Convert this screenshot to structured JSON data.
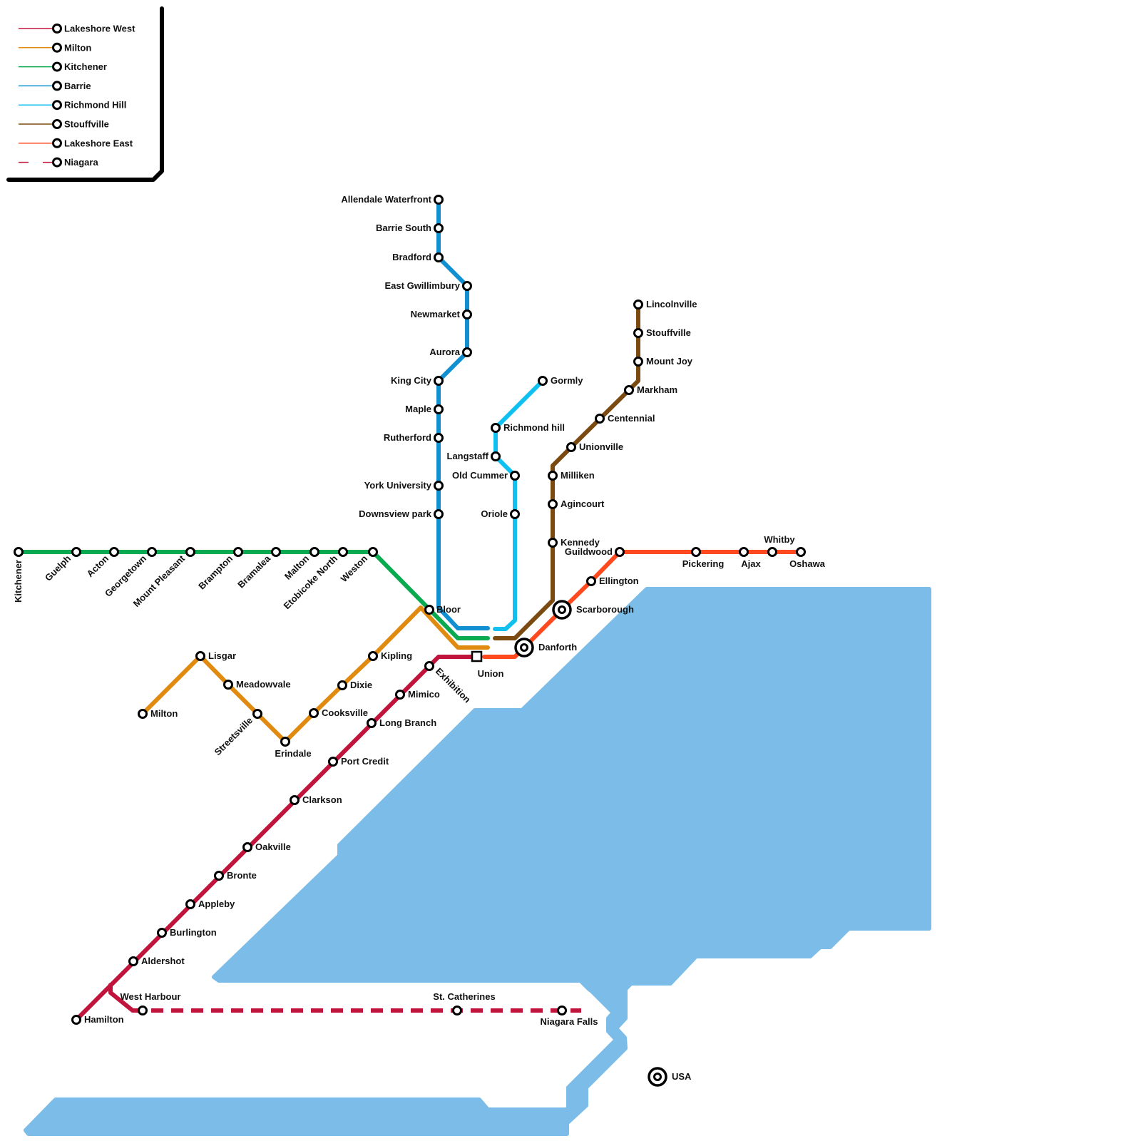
{
  "colors": {
    "lakeshore_west": "#c0143c",
    "milton": "#e08a10",
    "kitchener": "#0aaa50",
    "barrie": "#1090d0",
    "richmond_hill": "#10c0f0",
    "stouffville": "#7a4a10",
    "lakeshore_east": "#ff4a20",
    "niagara": "#c0143c",
    "water": "#7bbce8"
  },
  "legend": [
    {
      "id": "lakeshore_west",
      "name": "Lakeshore West",
      "color": "#c0143c",
      "dashed": false
    },
    {
      "id": "milton",
      "name": "Milton",
      "color": "#e08a10",
      "dashed": false
    },
    {
      "id": "kitchener",
      "name": "Kitchener",
      "color": "#0aaa50",
      "dashed": false
    },
    {
      "id": "barrie",
      "name": "Barrie",
      "color": "#1090d0",
      "dashed": false
    },
    {
      "id": "richmond_hill",
      "name": "Richmond Hill",
      "color": "#10c0f0",
      "dashed": false
    },
    {
      "id": "stouffville",
      "name": "Stouffville",
      "color": "#7a4a10",
      "dashed": false
    },
    {
      "id": "lakeshore_east",
      "name": "Lakeshore East",
      "color": "#ff4a20",
      "dashed": false
    },
    {
      "id": "niagara",
      "name": "Niagara",
      "color": "#c0143c",
      "dashed": true
    }
  ],
  "stations": {
    "barrie": [
      "Allendale Waterfront",
      "Barrie South",
      "Bradford",
      "East Gwillimbury",
      "Newmarket",
      "Aurora",
      "King City",
      "Maple",
      "Rutherford",
      "York University",
      "Downsview park"
    ],
    "richmond_hill": [
      "Gormly",
      "Richmond hill",
      "Langstaff",
      "Old Cummer",
      "Oriole"
    ],
    "stouffville": [
      "Lincolnville",
      "Stouffville",
      "Mount Joy",
      "Markham",
      "Centennial",
      "Unionville",
      "Milliken",
      "Agincourt",
      "Kennedy"
    ],
    "lakeshore_east": [
      "Guildwood",
      "Ellington",
      "Scarborough",
      "Danforth",
      "Pickering",
      "Ajax",
      "Whitby",
      "Oshawa"
    ],
    "kitchener": [
      "Kitchener",
      "Guelph",
      "Acton",
      "Georgetown",
      "Mount Pleasant",
      "Brampton",
      "Bramalea",
      "Malton",
      "Etobicoke North",
      "Weston",
      "Bloor"
    ],
    "milton": [
      "Milton",
      "Lisgar",
      "Meadowvale",
      "Streetsville",
      "Erindale",
      "Cooksville",
      "Dixie",
      "Kipling"
    ],
    "lakeshore_west": [
      "Exhibition",
      "Mimico",
      "Long Branch",
      "Port Credit",
      "Clarkson",
      "Oakville",
      "Bronte",
      "Appleby",
      "Burlington",
      "Aldershot",
      "West Harbour",
      "Hamilton"
    ],
    "niagara": [
      "St. Catherines",
      "Niagara Falls"
    ],
    "hub": [
      "Union"
    ],
    "other": [
      "USA"
    ]
  }
}
